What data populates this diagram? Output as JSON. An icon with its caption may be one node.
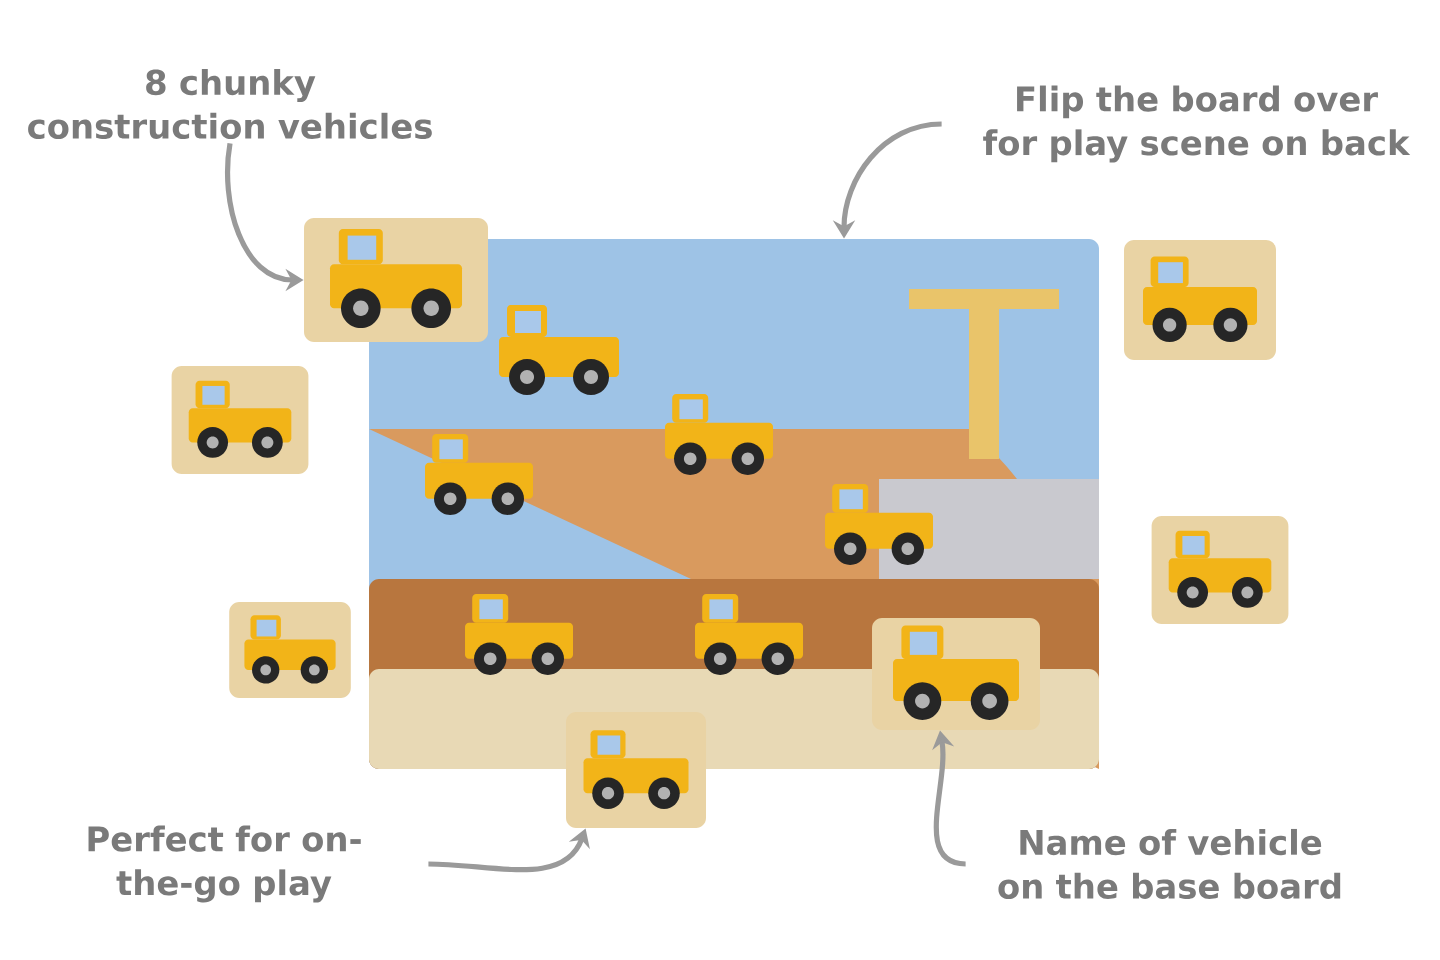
{
  "diagram": {
    "nodes": [
      {
        "text": [
          "8 chunky construction vehicles"
        ]
      },
      {
        "text": [
          "Flip the board over for play scene on back"
        ]
      },
      {
        "text": [
          "Perfect for on-the-go play"
        ]
      },
      {
        "text": [
          "Name of vehicle on the base board"
        ]
      },
      {
        "text": [],
        "shape": "picture"
      },
      {
        "text": [],
        "shape": "picture"
      },
      {
        "text": [],
        "shape": "picture"
      },
      {
        "text": [],
        "shape": "picture",
        "in": 4
      }
    ],
    "edges": [
      {
        "from": 0,
        "to": 5,
        "arrow": "to"
      },
      {
        "from": 1,
        "to": 4,
        "arrow": "to"
      },
      {
        "from": 2,
        "to": 6,
        "arrow": "to"
      },
      {
        "from": 3,
        "to": 7,
        "arrow": "to"
      }
    ]
  }
}
